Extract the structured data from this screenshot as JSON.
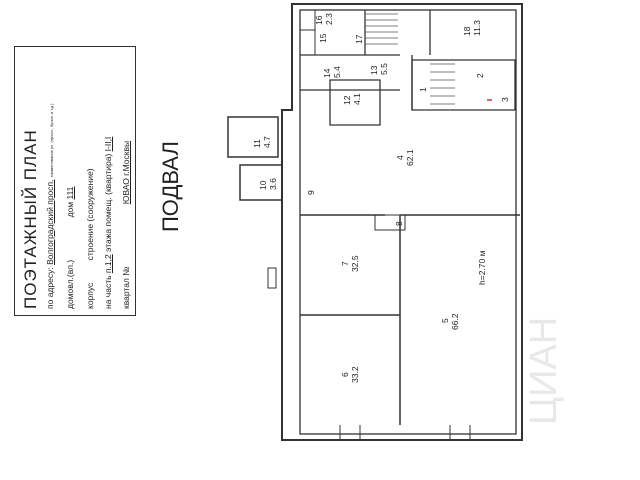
{
  "stamp": {
    "title": "ПОЭТАЖНЫЙ ПЛАН",
    "address_label": "по адресу:",
    "address_value": "Волгоградский просп.",
    "address_hint": "наименование ул. (просп., бульв. и т.д.)",
    "domovl_label": "домовл.(вл.)",
    "dom_label": "дом",
    "dom_value": "111",
    "korpus_label": "корпус",
    "stroenie_label": "строение (сооружение)",
    "part_label": "на часть",
    "part_value": "п.1,2",
    "floor_label": "этажа помещ. (квартира)",
    "floor_value": "I-II,I",
    "kvartal_label": "квартал №",
    "district": "ЮВАО г.Москвы"
  },
  "floor_name": "ПОДВАЛ",
  "height_note": "h=2.70 м",
  "watermark": "ЦИАН",
  "rooms": [
    {
      "num": "1",
      "area": ""
    },
    {
      "num": "2",
      "area": ""
    },
    {
      "num": "3",
      "area": ""
    },
    {
      "num": "4",
      "area": "62.1"
    },
    {
      "num": "5",
      "area": "66.2"
    },
    {
      "num": "6",
      "area": "33.2"
    },
    {
      "num": "7",
      "area": "32.5"
    },
    {
      "num": "8",
      "area": ""
    },
    {
      "num": "9",
      "area": ""
    },
    {
      "num": "10",
      "area": "3.6"
    },
    {
      "num": "11",
      "area": "4.7"
    },
    {
      "num": "12",
      "area": "4.1"
    },
    {
      "num": "13",
      "area": "5.5"
    },
    {
      "num": "14",
      "area": "5.4"
    },
    {
      "num": "15",
      "area": ""
    },
    {
      "num": "16",
      "area": "2.3"
    },
    {
      "num": "17",
      "area": ""
    },
    {
      "num": "18",
      "area": "11.3"
    }
  ]
}
